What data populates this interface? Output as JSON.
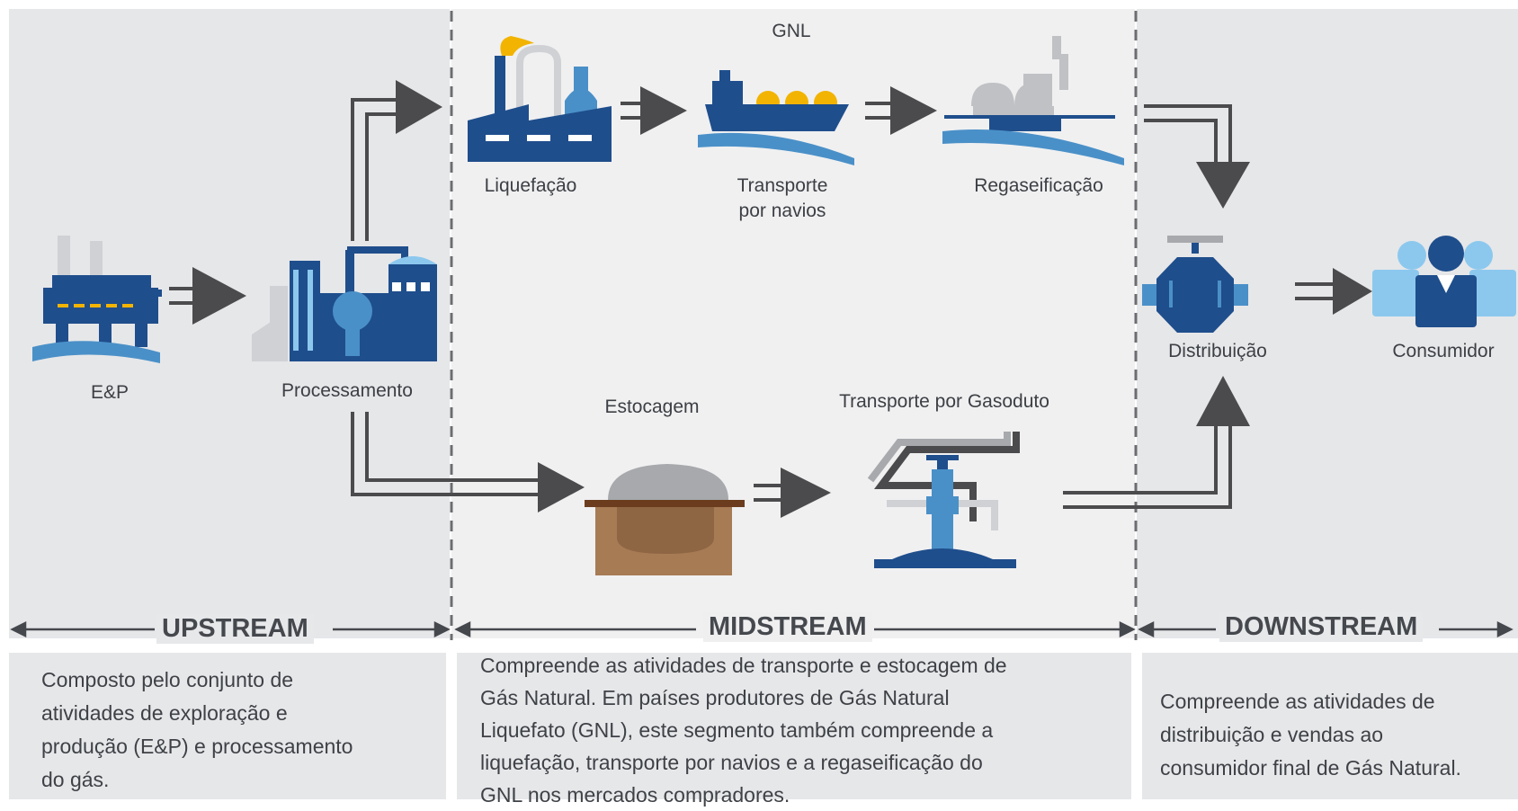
{
  "labels": {
    "ep": "E&P",
    "processamento": "Processamento",
    "gnl": "GNL",
    "liquefacao": "Liquefação",
    "transporte_navios_1": "Transporte",
    "transporte_navios_2": "por navios",
    "regaseificacao": "Regaseificação",
    "estocagem": "Estocagem",
    "transporte_gasoduto": "Transporte por Gasoduto",
    "distribuicao": "Distribuição",
    "consumidor": "Consumidor"
  },
  "segments": {
    "upstream": {
      "title": "UPSTREAM",
      "lines": [
        "Composto pelo conjunto de",
        "atividades de exploração e",
        "produção (E&P) e processamento",
        "do gás."
      ]
    },
    "midstream": {
      "title": "MIDSTREAM",
      "lines": [
        "Compreende as atividades de transporte e estocagem de",
        "Gás Natural. Em países produtores de Gás Natural",
        "Liquefato (GNL), este segmento também compreende a",
        "liquefação, transporte por navios e a regaseificação do",
        "GNL nos mercados compradores."
      ]
    },
    "downstream": {
      "title": "DOWNSTREAM",
      "lines": [
        "Compreende as atividades de",
        "distribuição e vendas ao",
        "consumidor final de Gás Natural."
      ]
    }
  },
  "colors": {
    "navy": "#1f4e8c",
    "blue": "#4a90c8",
    "lightblue": "#8cc8ee",
    "arrow": "#4b4b4d",
    "panel": "#e7e8ea",
    "midpanel": "#efeff0",
    "flame": "#f2b400",
    "soil": "#a77b54"
  }
}
